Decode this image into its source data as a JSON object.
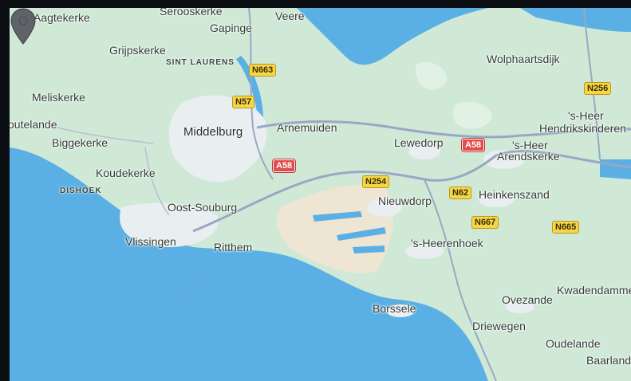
{
  "map": {
    "colors": {
      "land": "#cfe9d6",
      "water": "#5ab0e4",
      "urban": "#e9eef0",
      "industrial": "#efe5d3",
      "road": "#9aa7c4",
      "pin": "#5f6368"
    },
    "icons": [
      "map-pin-icon"
    ],
    "places": [
      {
        "label": "Aagtekerke"
      },
      {
        "label": "Serooskerke"
      },
      {
        "label": "Veere"
      },
      {
        "label": "Gapinge"
      },
      {
        "label": "Grijpskerke"
      },
      {
        "label": "SINT LAURENS"
      },
      {
        "label": "Wolphaartsdijk"
      },
      {
        "label": "Meliskerke"
      },
      {
        "label": "'s-Heer"
      },
      {
        "label": "Hendrikskinderen"
      },
      {
        "label": "outelande"
      },
      {
        "label": "Middelburg"
      },
      {
        "label": "Arnemuiden"
      },
      {
        "label": "Biggekerke"
      },
      {
        "label": "Lewedorp"
      },
      {
        "label": "'s-Heer"
      },
      {
        "label": "Arendskerke"
      },
      {
        "label": "Koudekerke"
      },
      {
        "label": "DISHOEK"
      },
      {
        "label": "Nieuwdorp"
      },
      {
        "label": "Heinkenszand"
      },
      {
        "label": "Oost-Souburg"
      },
      {
        "label": "Vlissingen"
      },
      {
        "label": "Ritthem"
      },
      {
        "label": "'s-Heerenhoek"
      },
      {
        "label": "Kwadendamme"
      },
      {
        "label": "Ovezande"
      },
      {
        "label": "Borssele"
      },
      {
        "label": "Driewegen"
      },
      {
        "label": "Oudelande"
      },
      {
        "label": "Baarland"
      }
    ],
    "road_shields": [
      {
        "label": "N663",
        "kind": "N"
      },
      {
        "label": "N256",
        "kind": "N"
      },
      {
        "label": "N57",
        "kind": "N"
      },
      {
        "label": "A58",
        "kind": "A"
      },
      {
        "label": "A58",
        "kind": "A"
      },
      {
        "label": "N254",
        "kind": "N"
      },
      {
        "label": "N62",
        "kind": "N"
      },
      {
        "label": "N667",
        "kind": "N"
      },
      {
        "label": "N665",
        "kind": "N"
      }
    ]
  }
}
